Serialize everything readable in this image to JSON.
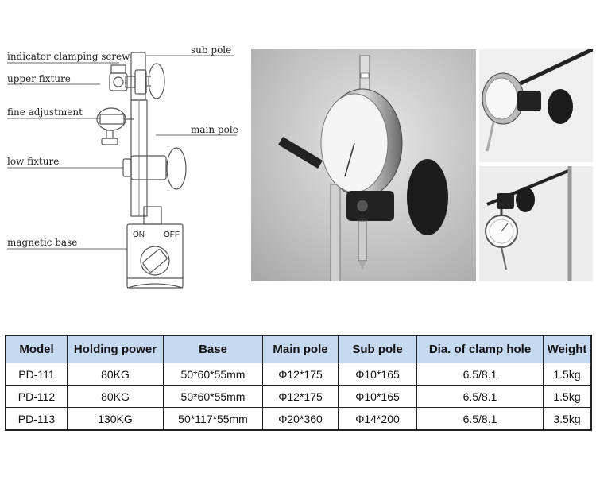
{
  "diagram": {
    "labels": {
      "indicator_clamping_screw": "indicator clamping screw",
      "upper_fixture": "upper fixture",
      "fine_adjustment": "fine adjustment",
      "low_fixture": "low fixture",
      "magnetic_base": "magnetic base",
      "sub_pole": "sub pole",
      "main_pole": "main pole"
    },
    "switch": {
      "on": "ON",
      "off": "OFF"
    }
  },
  "table": {
    "headers": [
      "Model",
      "Holding power",
      "Base",
      "Main pole",
      "Sub pole",
      "Dia. of clamp hole",
      "Weight"
    ],
    "rows": [
      [
        "PD-111",
        "80KG",
        "50*60*55mm",
        "Φ12*175",
        "Φ10*165",
        "6.5/8.1",
        "1.5kg"
      ],
      [
        "PD-112",
        "80KG",
        "50*60*55mm",
        "Φ12*175",
        "Φ10*165",
        "6.5/8.1",
        "1.5kg"
      ],
      [
        "PD-113",
        "130KG",
        "50*117*55mm",
        "Φ20*360",
        "Φ14*200",
        "6.5/8.1",
        "3.5kg"
      ]
    ],
    "header_color": "#c5d9f1"
  }
}
